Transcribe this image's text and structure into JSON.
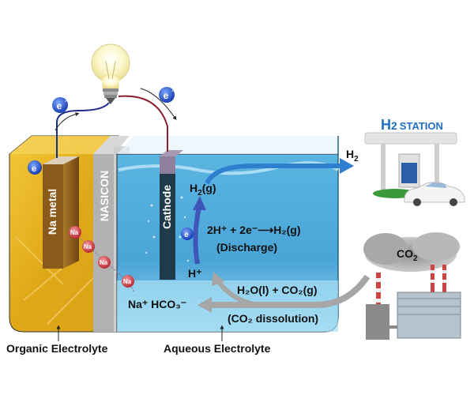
{
  "labels": {
    "na_metal": "Na metal",
    "nasicon": "NASICON",
    "cathode": "Cathode",
    "electron": "e",
    "electron_sup": "-",
    "sodium_ion": "Na",
    "sodium_sup": "+",
    "h2g": "H",
    "h2g_sub": "2",
    "h2g_tail": "(g)",
    "reaction_line1": "2H⁺ + 2e⁻⟶H₂(g)",
    "reaction_line2": "(Discharge)",
    "h_plus": "H⁺",
    "dissolution_line1": "H₂O(l) + CO₂(g)",
    "dissolution_line2": "(CO₂ dissolution)",
    "nahco3": "Na⁺ HCO₃⁻",
    "h2_out": "H",
    "h2_out_sub": "2",
    "station_h": "H",
    "station_2": "2",
    "station_word": "STATION",
    "co2": "CO",
    "co2_sub": "2",
    "organic_electrolyte": "Organic Electrolyte",
    "aqueous_electrolyte": "Aqueous Electrolyte"
  },
  "colors": {
    "organic": "#e6b21c",
    "organic_dark": "#c8900c",
    "aqueous": "#7cc6e8",
    "aqueous_deep": "#4ba6d6",
    "nasicon": "#b9b9b9",
    "arrow_blue": "#2f7fcf",
    "arrow_gray": "#a6a6a6",
    "station_blue": "#1f6fc2",
    "electron": "#2a56c8",
    "sodium": "#d9505a"
  }
}
